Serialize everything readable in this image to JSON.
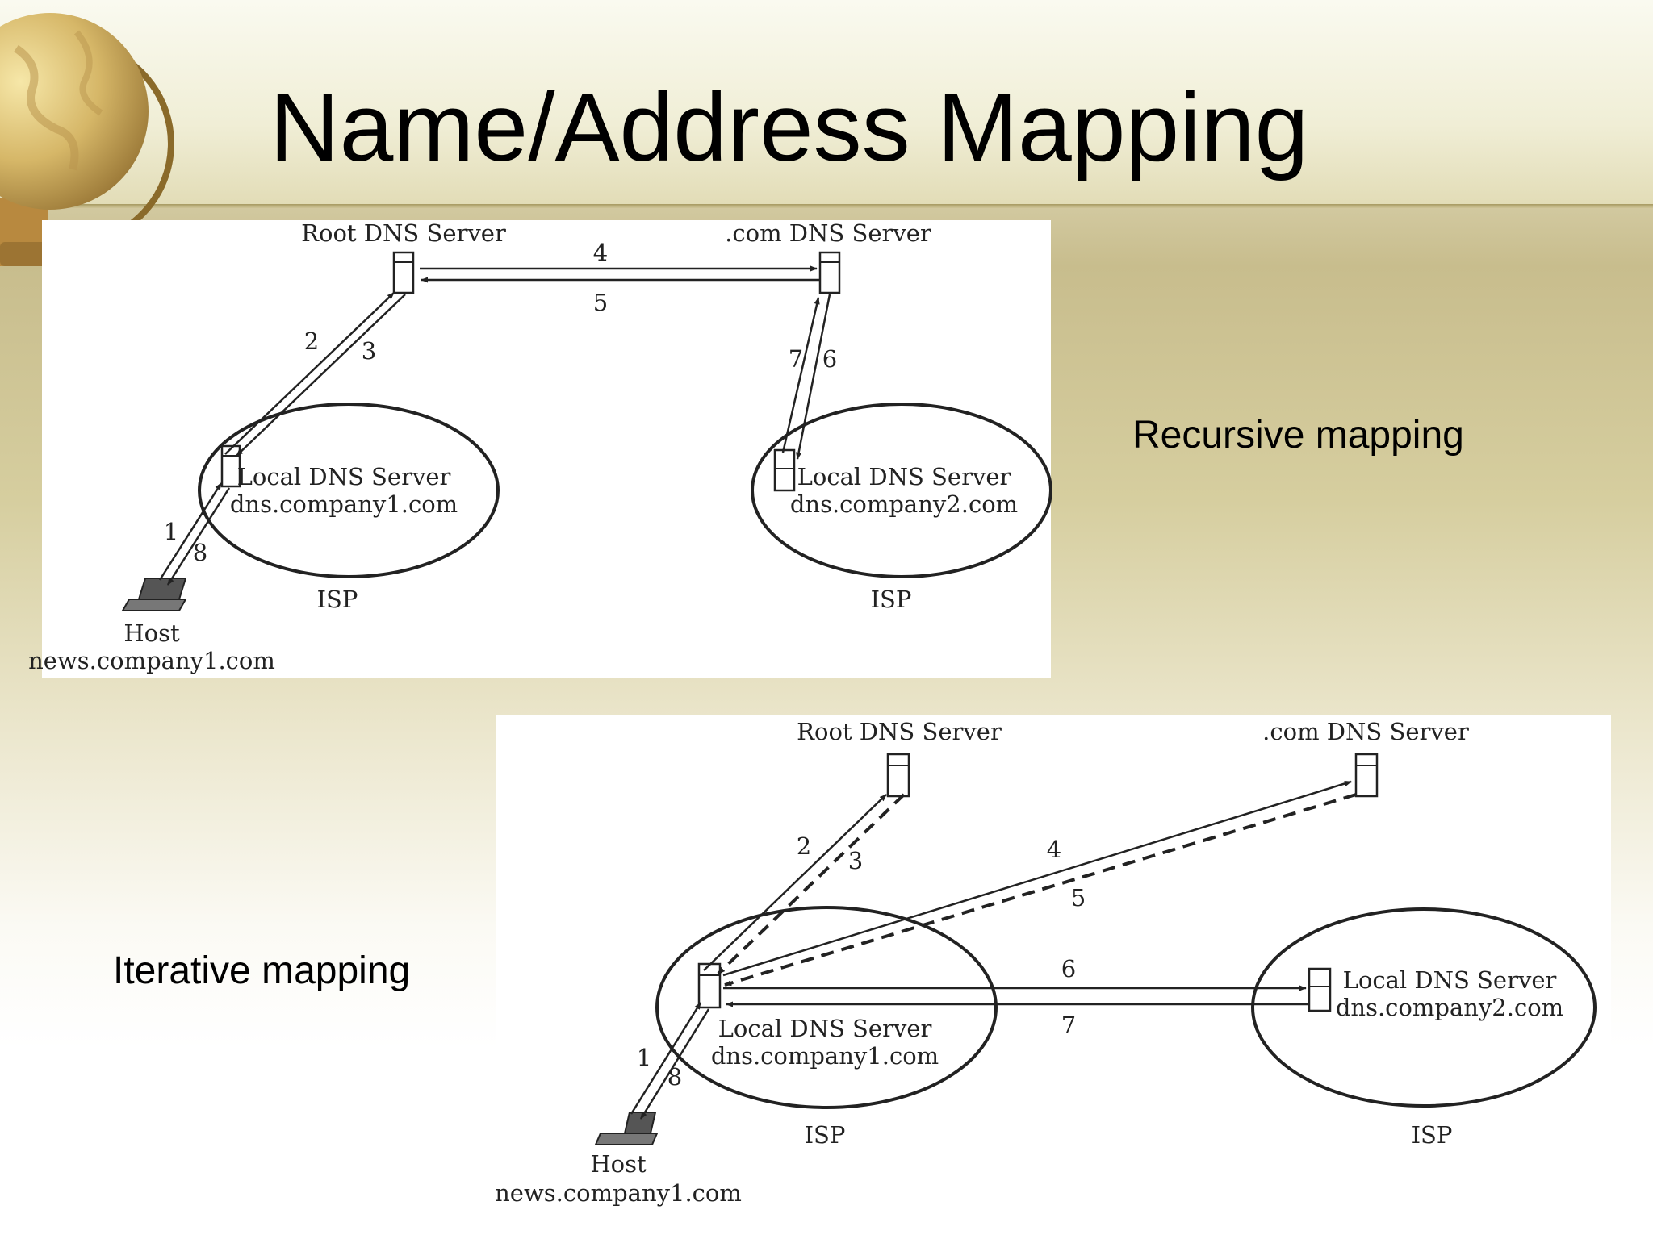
{
  "slide": {
    "title": "Name/Address Mapping"
  },
  "recursive": {
    "caption": "Recursive mapping",
    "root_label": "Root DNS Server",
    "com_label": ".com DNS Server",
    "local1_name": "Local DNS Server",
    "local1_host": "dns.company1.com",
    "local2_name": "Local DNS Server",
    "local2_host": "dns.company2.com",
    "isp1": "ISP",
    "isp2": "ISP",
    "host_label": "Host",
    "host_name": "news.company1.com",
    "steps": [
      "1",
      "2",
      "3",
      "4",
      "5",
      "6",
      "7",
      "8"
    ]
  },
  "iterative": {
    "caption": "Iterative mapping",
    "root_label": "Root DNS Server",
    "com_label": ".com DNS Server",
    "local1_name": "Local DNS Server",
    "local1_host": "dns.company1.com",
    "local2_name": "Local DNS Server",
    "local2_host": "dns.company2.com",
    "isp1": "ISP",
    "isp2": "ISP",
    "host_label": "Host",
    "host_name": "news.company1.com",
    "steps": [
      "1",
      "2",
      "3",
      "4",
      "5",
      "6",
      "7",
      "8"
    ]
  },
  "icons": {
    "logo": "globe-icon",
    "server": "server-icon",
    "host": "laptop-icon",
    "network": "cloud-icon"
  }
}
